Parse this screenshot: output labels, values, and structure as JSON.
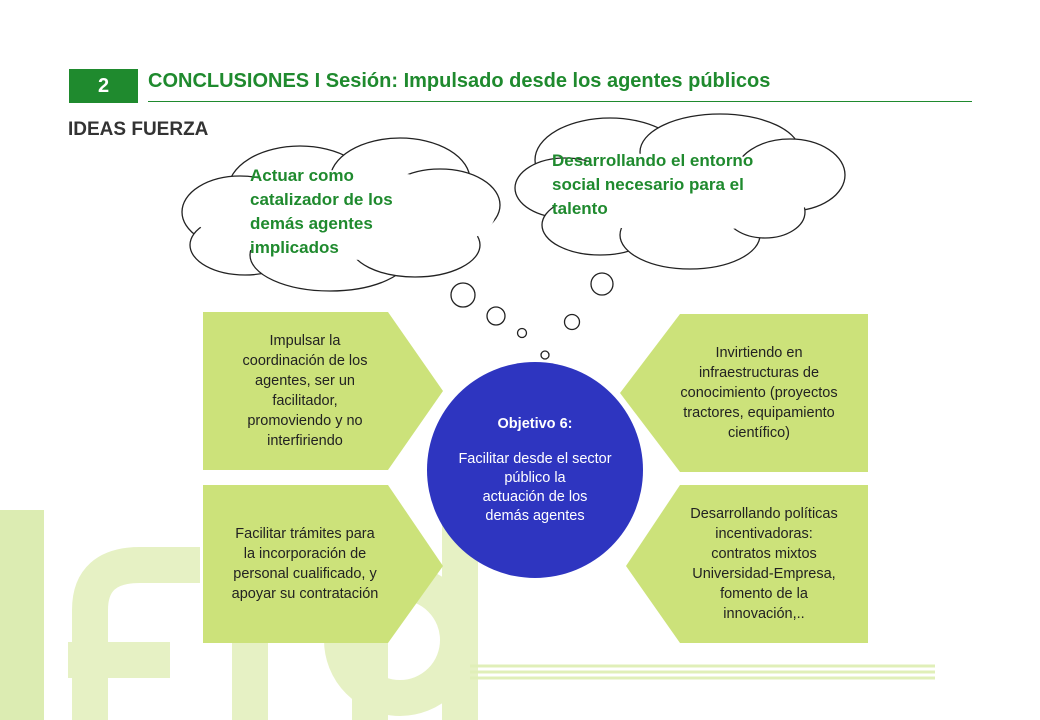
{
  "header": {
    "slide_number": "2",
    "title": "CONCLUSIONES I Sesión: Impulsado desde los agentes públicos",
    "subtitle": "IDEAS FUERZA"
  },
  "clouds": {
    "left": [
      "Actuar como",
      "catalizador de los",
      "demás agentes",
      "implicados"
    ],
    "right": [
      "Desarrollando el entorno",
      "social necesario para el",
      "talento"
    ]
  },
  "center": {
    "heading": "Objetivo 6:",
    "lines": [
      "Facilitar desde el sector",
      "público la",
      "actuación de los",
      "demás agentes"
    ]
  },
  "boxes": {
    "top_left": [
      "Impulsar la",
      "coordinación de los",
      "agentes, ser un",
      "facilitador,",
      "promoviendo y no",
      "interfiriendo"
    ],
    "bottom_left": [
      "Facilitar trámites para",
      "la incorporación de",
      "personal cualificado, y",
      "apoyar su contratación"
    ],
    "top_right": [
      "Invirtiendo en",
      "infraestructuras de",
      "conocimiento (proyectos",
      "tractores, equipamiento",
      "científico)"
    ],
    "bottom_right": [
      "Desarrollando políticas",
      "incentivadoras:",
      "contratos mixtos",
      "Universidad-Empresa,",
      "fomento de la",
      "innovación,.."
    ]
  },
  "colors": {
    "accent_green": "#1f8a2e",
    "box_green": "#cce27a",
    "watermark_green": "#dcecb2",
    "center_blue": "#2e35c0"
  },
  "logo": {
    "text": "fnd"
  }
}
